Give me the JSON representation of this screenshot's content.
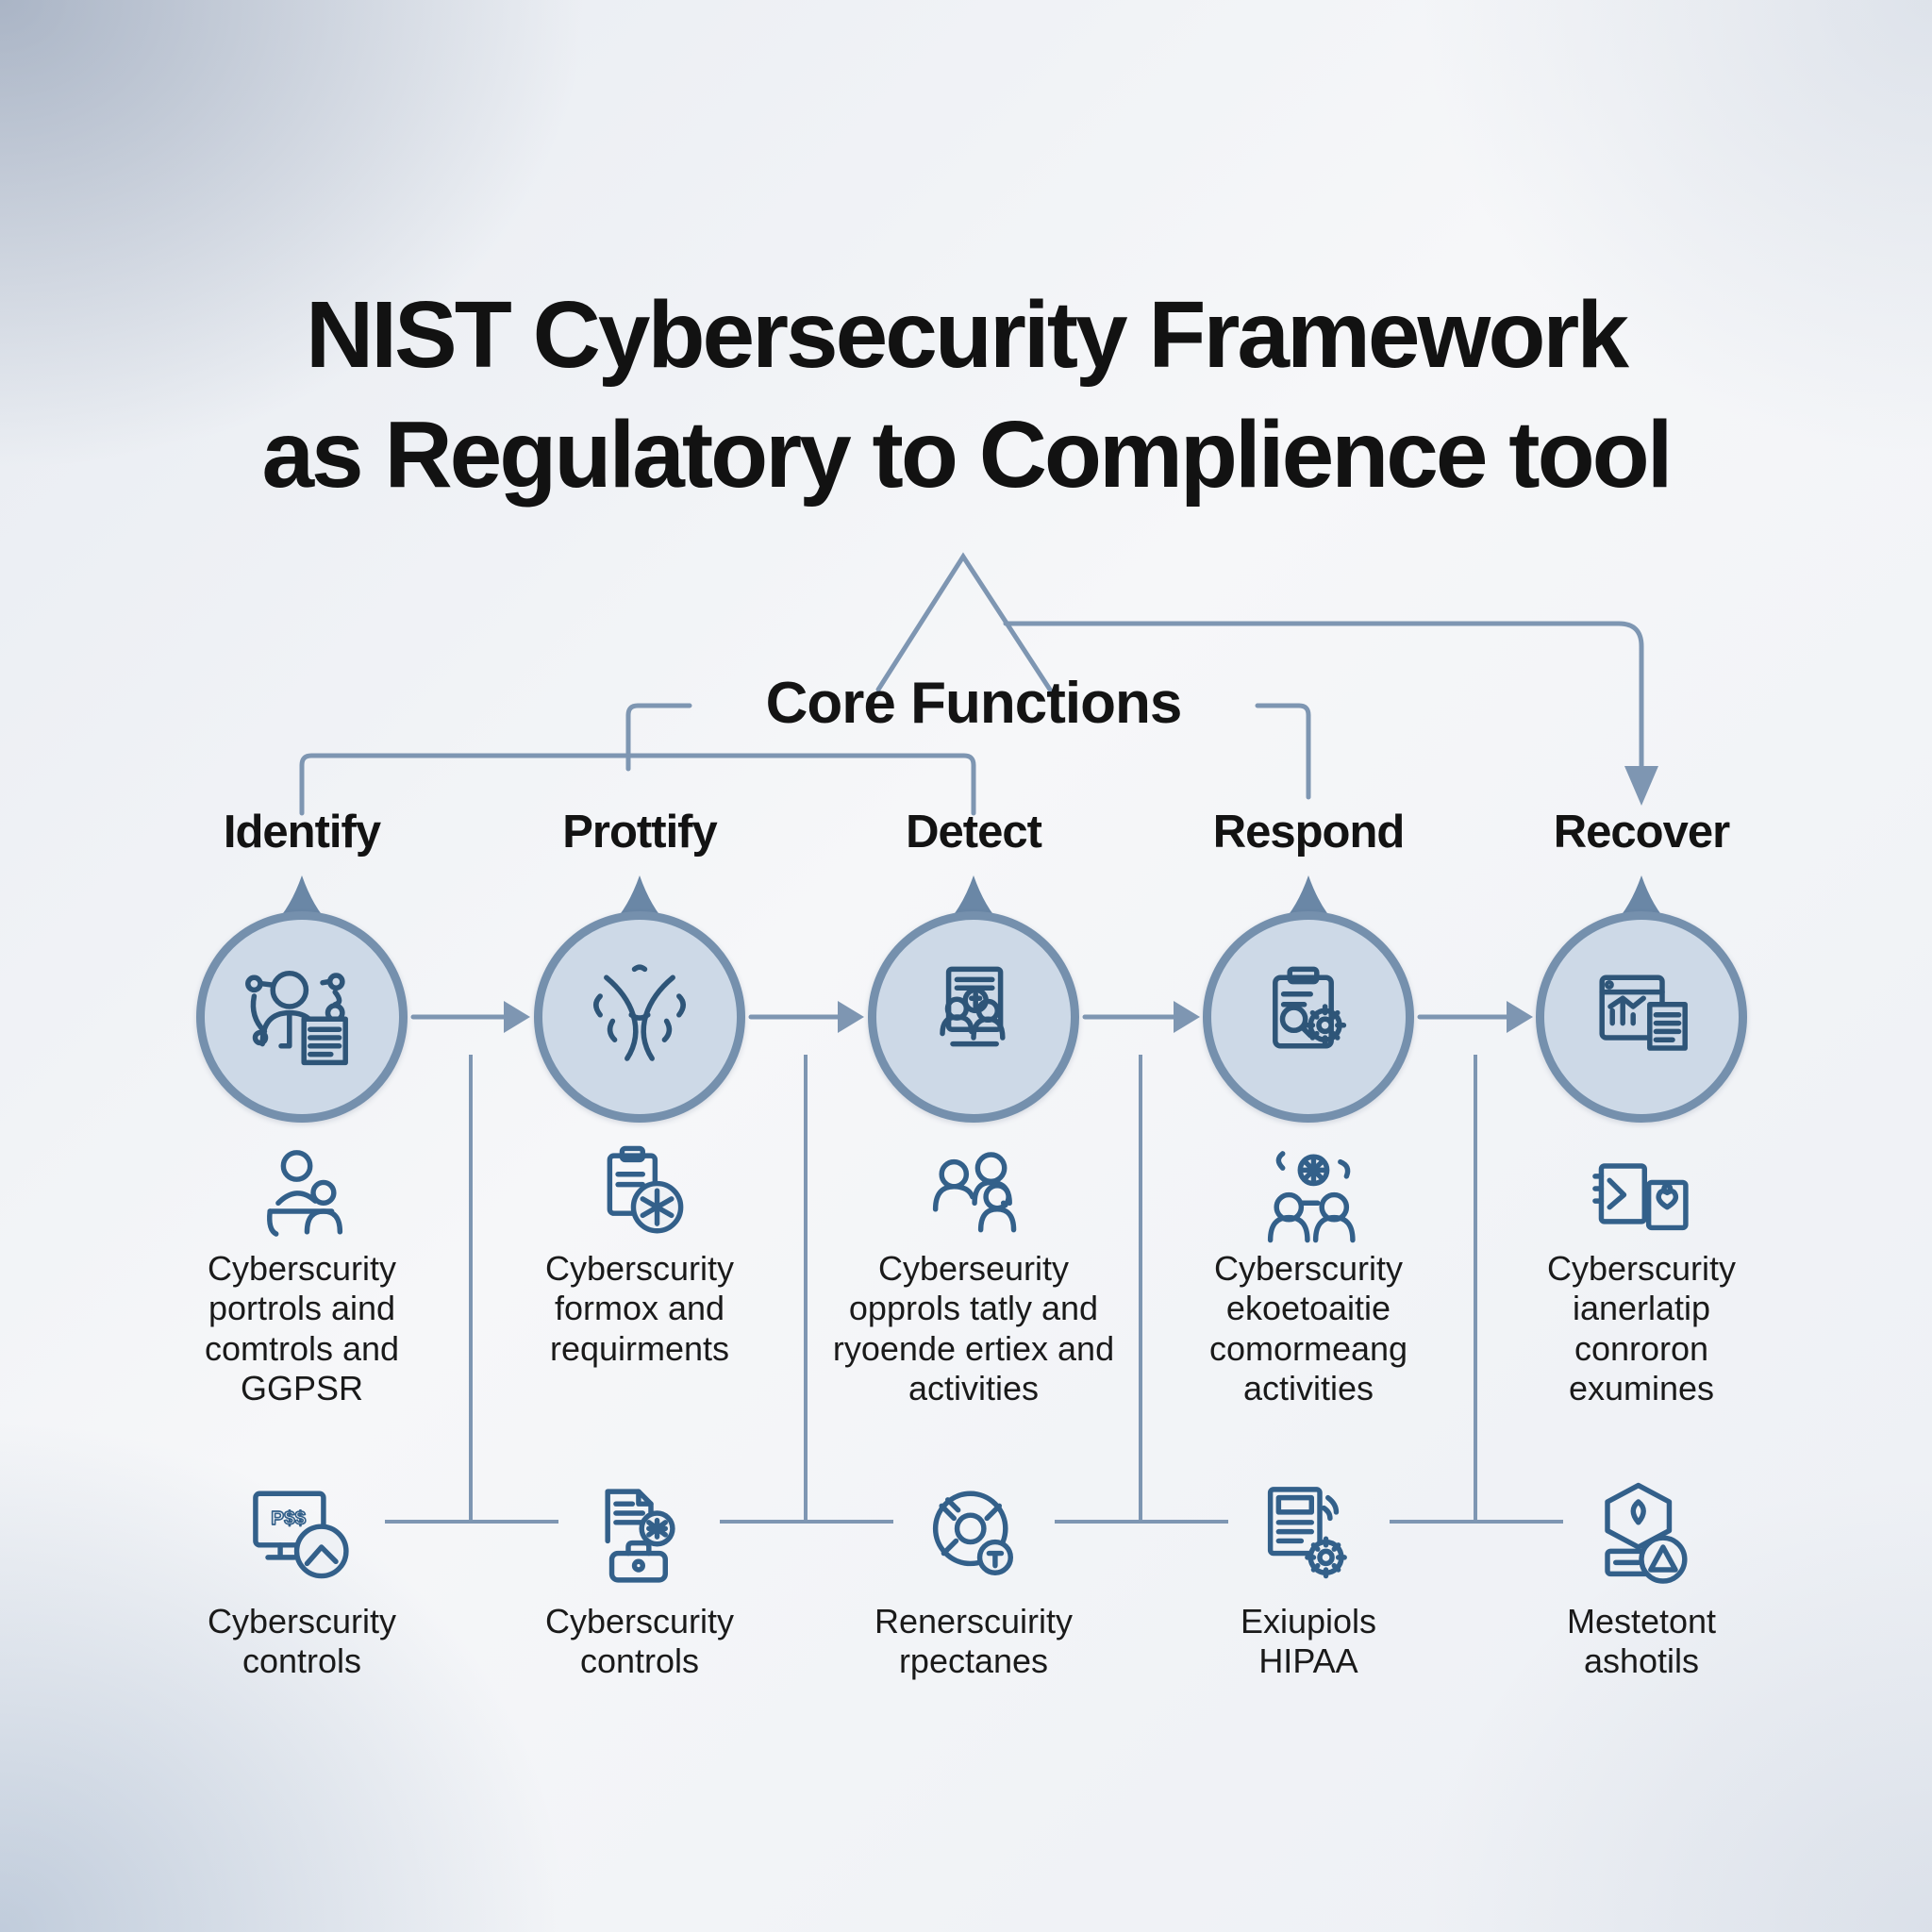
{
  "title": {
    "line1": "NIST Cybersecurity Framework",
    "line2": "as Regulatory to Complience tool"
  },
  "core_functions_label": "Core Functions",
  "columns": [
    {
      "header": "Identify",
      "circle_icon": "person-network-document-icon",
      "mid_icon": "person-at-desk-icon",
      "mid_text": "Cyberscurity\nportrols aind\ncomtrols and\nGGPSR",
      "bottom_icon": "monitor-dollar-clock-icon",
      "bottom_icon_text": "P$$",
      "bottom_text": "Cyberscurity\ncontrols"
    },
    {
      "header": "Prottify",
      "circle_icon": "crossed-branches-icon",
      "mid_icon": "clipboard-asterisk-icon",
      "mid_text": "Cyberscurity\nformox and\nrequirments",
      "bottom_icon": "document-gear-toolbox-icon",
      "bottom_text": "Cyberscurity\ncontrols"
    },
    {
      "header": "Detect",
      "circle_icon": "document-people-dollar-icon",
      "mid_icon": "people-group-icon",
      "mid_text": "Cyberseurity\nopprols tatly and\nryoende ertiex and\nactivities",
      "bottom_icon": "lifebuoy-badge-icon",
      "bottom_text": "Renerscuirity\nrpectanes"
    },
    {
      "header": "Respond",
      "circle_icon": "clipboard-magnifier-gear-icon",
      "mid_icon": "people-gear-exchange-icon",
      "mid_text": "Cyberscurity\nekoetoaitie\ncomormeang\nactivities",
      "bottom_icon": "document-gear-signal-icon",
      "bottom_text": "Exiupiols\nHIPAA"
    },
    {
      "header": "Recover",
      "circle_icon": "browser-chart-document-icon",
      "mid_icon": "card-shield-check-icon",
      "mid_text": "Cyberscurity\nianerlatip\nconroron\nexumines",
      "bottom_icon": "shield-hexagon-alert-icon",
      "bottom_text": "Mestetont\nashotils"
    }
  ],
  "colors": {
    "connector": "#7e96b2",
    "circle_fill": "#cdd9e7",
    "circle_border": "#7590ad",
    "icon_stroke": "#2e5578",
    "text": "#141414"
  }
}
